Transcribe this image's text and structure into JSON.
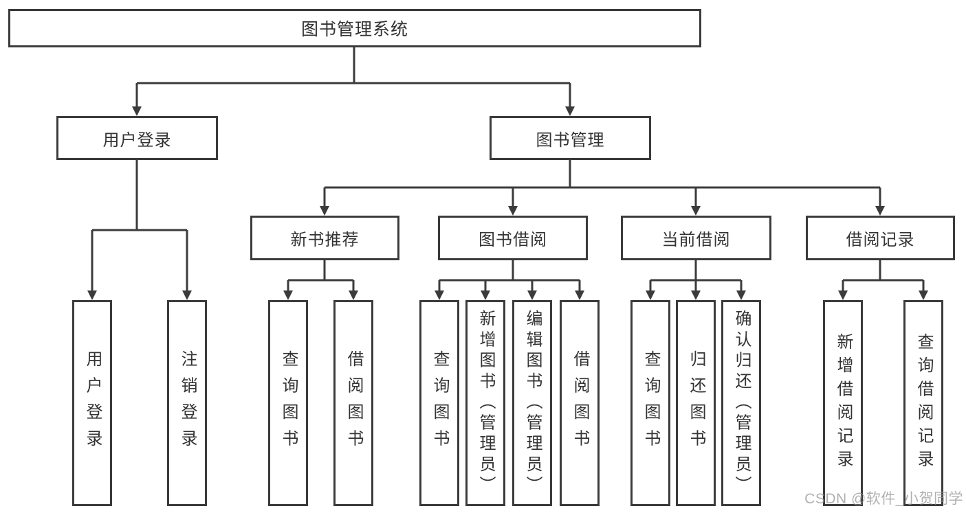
{
  "tree": {
    "label": "图书管理系统",
    "children": [
      {
        "label": "用户登录",
        "children": [
          {
            "label": "用户登录"
          },
          {
            "label": "注销登录"
          }
        ]
      },
      {
        "label": "图书管理",
        "children": [
          {
            "label": "新书推荐",
            "children": [
              {
                "label": "查询图书"
              },
              {
                "label": "借阅图书"
              }
            ]
          },
          {
            "label": "图书借阅",
            "children": [
              {
                "label": "查询图书"
              },
              {
                "label": "新增图书（管理员）"
              },
              {
                "label": "编辑图书（管理员）"
              },
              {
                "label": "借阅图书"
              }
            ]
          },
          {
            "label": "当前借阅",
            "children": [
              {
                "label": "查询图书"
              },
              {
                "label": "归还图书"
              },
              {
                "label": "确认归还（管理员）"
              }
            ]
          },
          {
            "label": "借阅记录",
            "children": [
              {
                "label": "新增借阅记录"
              },
              {
                "label": "查询借阅记录"
              }
            ]
          }
        ]
      }
    ]
  },
  "watermark": "CSDN @软件_小贺同学",
  "colors": {
    "line": "#3b3b3b",
    "text": "#333333",
    "watermark": "#b0b0b0",
    "background": "#ffffff"
  }
}
